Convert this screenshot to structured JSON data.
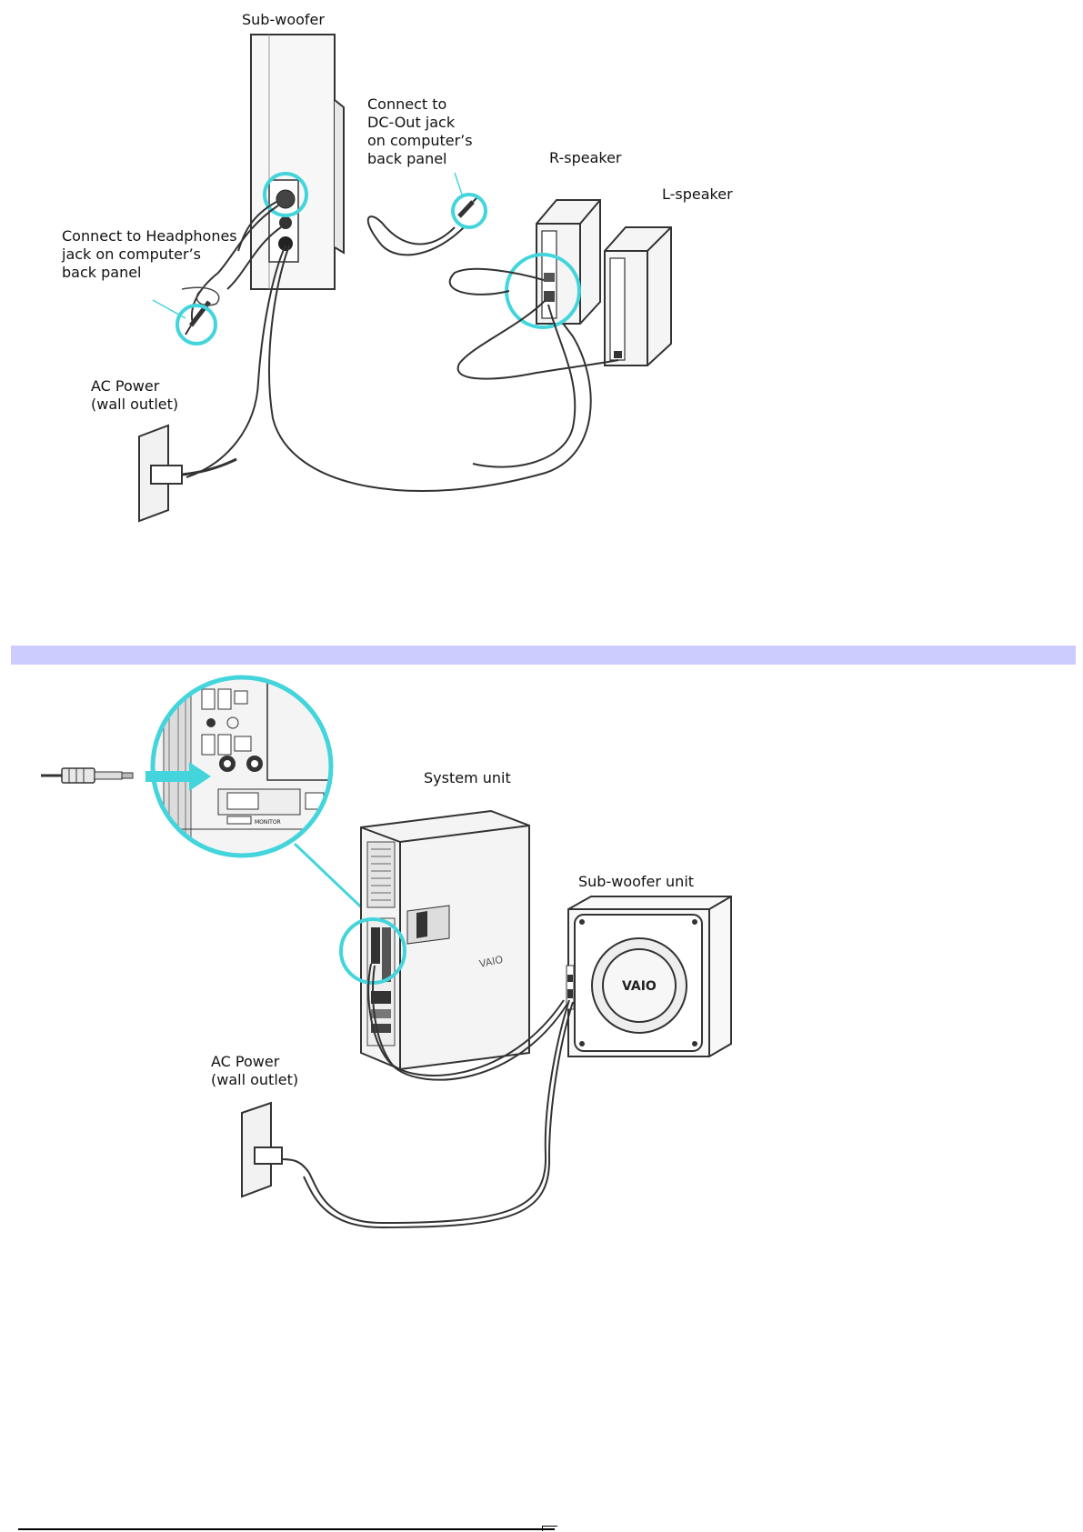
{
  "figure1": {
    "labels": {
      "subwoofer": "Sub-woofer",
      "dc_out_1": "Connect to",
      "dc_out_2": "DC-Out jack",
      "dc_out_3": "on computer’s",
      "dc_out_4": "back panel",
      "r_speaker": "R-speaker",
      "l_speaker": "L-speaker",
      "headphones_1": "Connect to Headphones",
      "headphones_2": "jack on computer’s",
      "headphones_3": "back panel",
      "ac_power_1": "AC Power",
      "ac_power_2": "(wall outlet)"
    }
  },
  "figure2": {
    "labels": {
      "system_unit": "System unit",
      "subwoofer_unit": "Sub-woofer unit",
      "ac_power_1": "AC Power",
      "ac_power_2": "(wall outlet)",
      "vaio_logo_front": "VAIO",
      "vaio_logo_side": "VAIO",
      "monitor_port": "MONITOR"
    }
  },
  "colors": {
    "highlight": "#44d5dc",
    "divider": "#ccccff",
    "line": "#333333"
  }
}
